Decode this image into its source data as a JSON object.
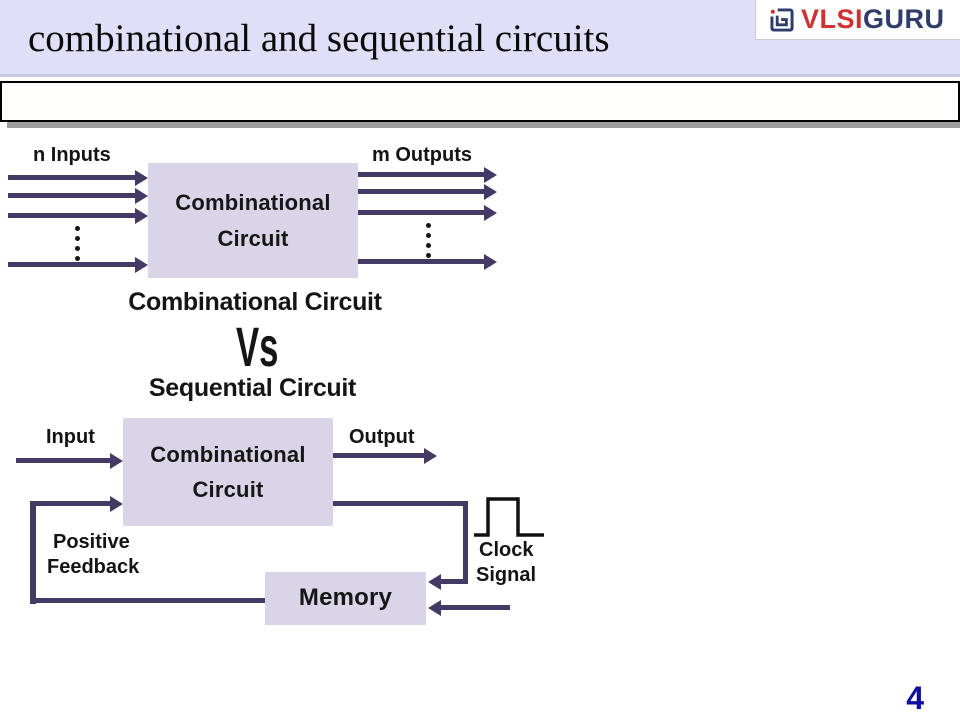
{
  "header": {
    "title": "combinational and sequential circuits",
    "logo": {
      "icon": "square-spiral-icon",
      "brand_primary": "VLSI",
      "brand_secondary": "GURU",
      "primary_color": "#ce3232",
      "secondary_color": "#2e3d6b"
    }
  },
  "top_diagram": {
    "inputs_label": "n Inputs",
    "outputs_label": "m Outputs",
    "box_line1": "Combinational",
    "box_line2": "Circuit"
  },
  "comparison": {
    "line1": "Combinational Circuit",
    "vs": "Vs",
    "line2": "Sequential Circuit"
  },
  "bottom_diagram": {
    "input_label": "Input",
    "output_label": "Output",
    "box_line1": "Combinational",
    "box_line2": "Circuit",
    "memory_label": "Memory",
    "feedback_line1": "Positive",
    "feedback_line2": "Feedback",
    "clock_line1": "Clock",
    "clock_line2": "Signal"
  },
  "footer": {
    "page_number": "4"
  },
  "colors": {
    "arrow": "#443a66",
    "box_fill": "#d9d4e7",
    "header_bg": "#dfdff7",
    "page_number": "#0d0d9e"
  }
}
